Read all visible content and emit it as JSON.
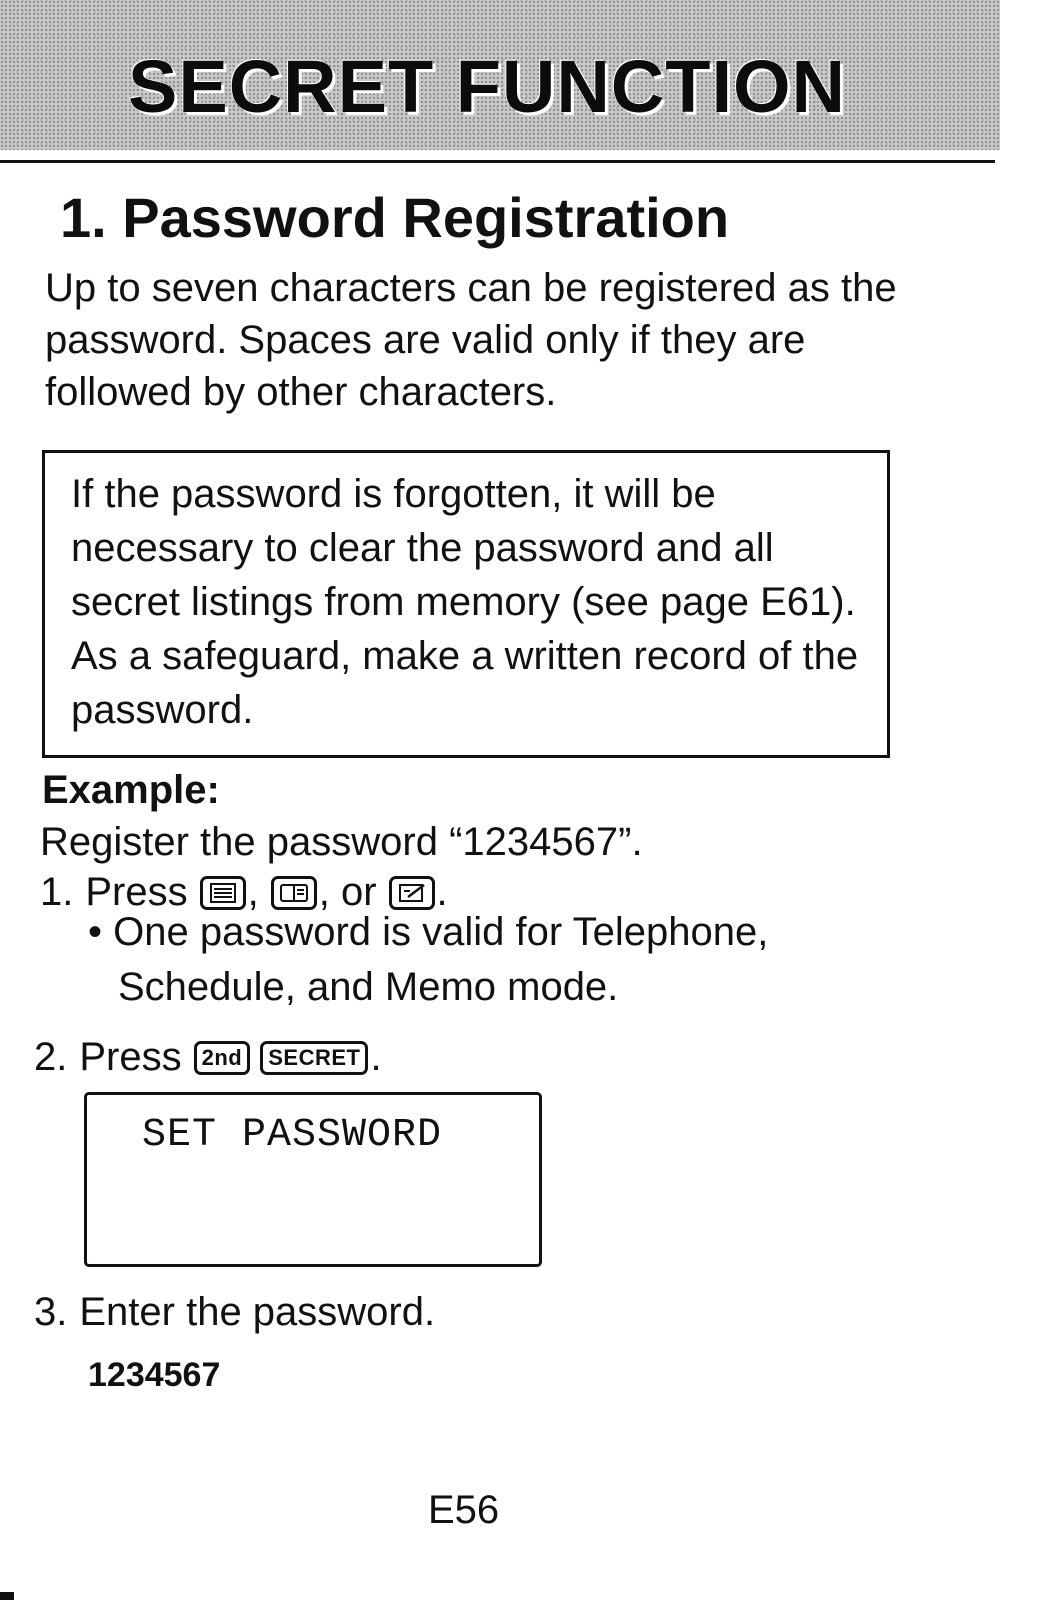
{
  "header": {
    "title": "SECRET FUNCTION"
  },
  "section": {
    "heading": "1. Password Registration",
    "intro": "Up to seven characters can be registered as the password. Spaces are valid only if they are followed by other characters."
  },
  "note": {
    "text": "If the password is forgotten, it will be necessary to clear the password and all secret listings from memory (see page E61). As a safeguard, make a written record of the password."
  },
  "example": {
    "label": "Example:",
    "text": "Register the password “1234567”.",
    "steps": [
      {
        "number": "1.",
        "prefix": "Press",
        "sep1": ",",
        "sep2": ", or",
        "suffix": ".",
        "keys": [
          "telephone-key-icon",
          "schedule-key-icon",
          "memo-key-icon"
        ],
        "bullet": "• One password is valid for Telephone, Schedule, and Memo mode."
      },
      {
        "number": "2.",
        "prefix": "Press",
        "keys": [
          "2nd",
          "SECRET"
        ],
        "suffix": "."
      },
      {
        "number": "3.",
        "text": "Enter the password.",
        "entry": "1234567"
      }
    ],
    "display": {
      "line1": "SET PASSWORD"
    }
  },
  "footer": {
    "page_number": "E56"
  },
  "colors": {
    "ink": "#111111",
    "header_band": "#c9c9c9"
  }
}
